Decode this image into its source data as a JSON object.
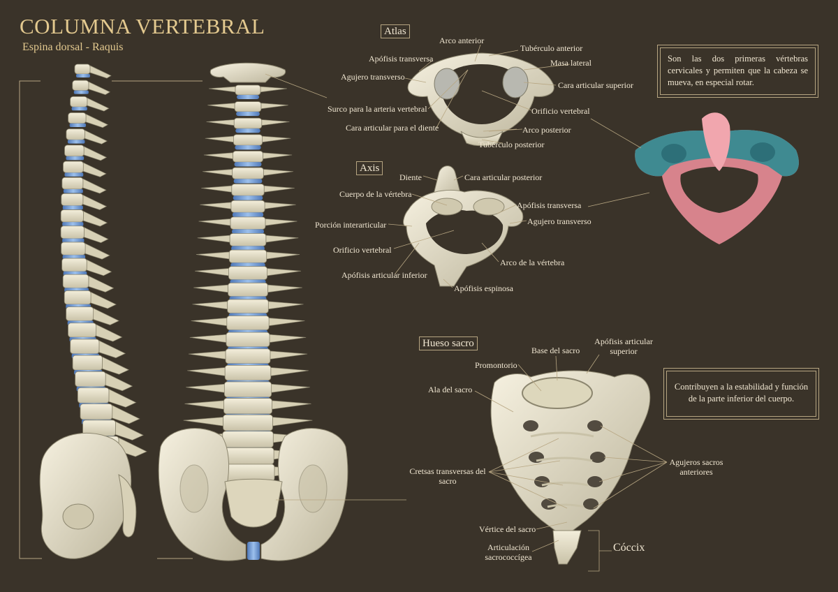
{
  "header": {
    "title": "COLUMNA VERTEBRAL",
    "subtitle": "Espina dorsal - Raquis"
  },
  "sections": {
    "atlas": "Atlas",
    "axis": "Axis",
    "sacro": "Hueso sacro"
  },
  "notes": {
    "atlas_note": "Son las dos primeras vértebras cervicales y permiten que la cabeza se mueva, en especial rotar.",
    "sacro_note": "Contribuyen a la estabilidad y función de la parte inferior del cuerpo."
  },
  "atlas_labels": {
    "arco_anterior": "Arco anterior",
    "apofisis_transversa": "Apófisis transversa",
    "tuberculo_anterior": "Tubérculo anterior",
    "masa_lateral": "Masa lateral",
    "agujero_transverso": "Agujero transverso",
    "cara_articular_superior": "Cara articular superior",
    "surco_arteria": "Surco para la arteria vertebral",
    "orificio_vertebral": "Orificio vertebral",
    "cara_articular_diente": "Cara articular para el diente",
    "arco_posterior": "Arco posterior",
    "tuberculo_posterior": "Tubérculo posterior"
  },
  "axis_labels": {
    "diente": "Diente",
    "cara_articular_posterior": "Cara articular posterior",
    "cuerpo_vertebra": "Cuerpo de la vértebra",
    "apofisis_transversa": "Apófisis transversa",
    "porcion_interarticular": "Porción interarticular",
    "agujero_transverso": "Agujero transverso",
    "orificio_vertebral": "Orificio vertebral",
    "arco_vertebra": "Arco de la vértebra",
    "apofisis_articular_inferior": "Apófisis articular inferior",
    "apofisis_espinosa": "Apófisis espinosa"
  },
  "sacro_labels": {
    "base_sacro": "Base del sacro",
    "apofisis_articular_superior_1": "Apófisis articular",
    "apofisis_articular_superior_2": "superior",
    "promontorio": "Promontorio",
    "ala_sacro": "Ala del sacro",
    "crestas_1": "Cretsas transversas del",
    "crestas_2": "sacro",
    "agujeros_1": "Agujeros sacros",
    "agujeros_2": "anteriores",
    "vertice": "Vértice del sacro",
    "articulacion_1": "Articulación",
    "articulacion_2": "sacrococcígea",
    "coccix": "Cóccix"
  },
  "colors": {
    "background": "#3a3329",
    "bone": "#ece6d2",
    "bone_shade": "#b9b29a",
    "disc": "#7aa3d8",
    "accent_gold": "#e3c98f",
    "leader_line": "#b7a682",
    "highlight_teal": "#3f8a91",
    "highlight_pink": "#e98c97"
  }
}
